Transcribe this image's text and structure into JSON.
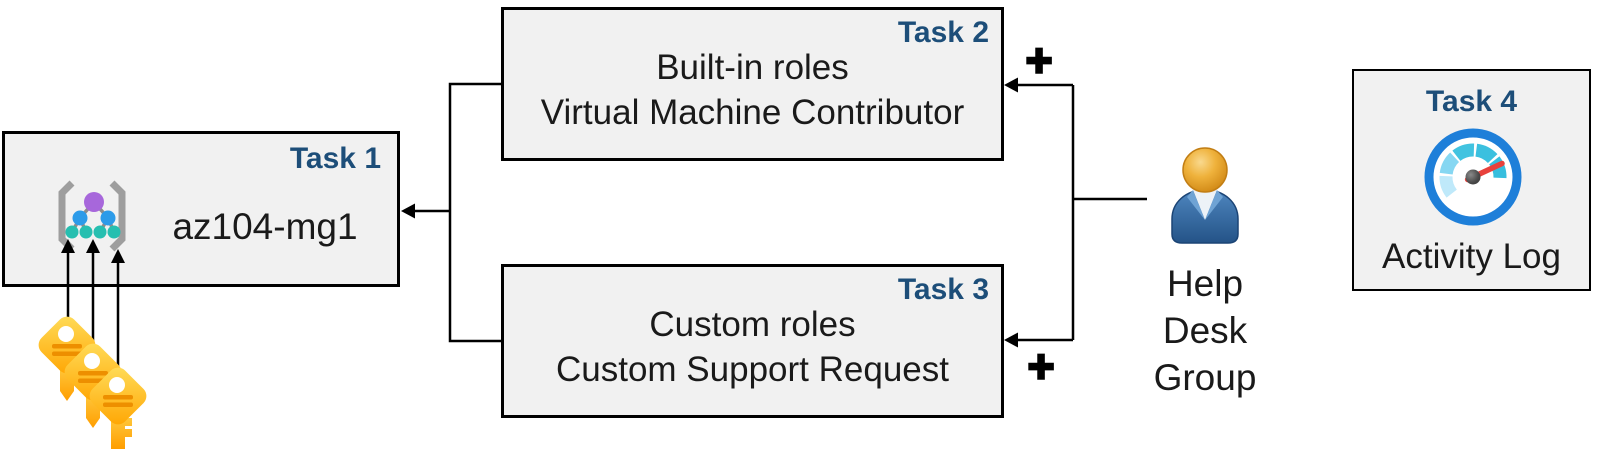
{
  "diagram": {
    "boxes": {
      "task1": {
        "label": "Task 1",
        "name": "az104-mg1"
      },
      "task2": {
        "label": "Task 2",
        "line1": "Built-in roles",
        "line2": "Virtual Machine Contributor"
      },
      "task3": {
        "label": "Task 3",
        "line1": "Custom roles",
        "line2": "Custom Support Request"
      },
      "task4": {
        "label": "Task 4",
        "caption": "Activity Log"
      }
    },
    "actor": {
      "line1": "Help Desk",
      "line2": "Group"
    },
    "plus": "+",
    "icons": {
      "task1": "management-group-icon",
      "task4": "activity-log-gauge-icon",
      "actor": "user-person-icon",
      "bottom_left": "access-keys-icon"
    },
    "colors": {
      "box_fill": "#F1F1F1",
      "box_border": "#000000",
      "task_label_blue": "#1D4E79",
      "body_text": "#1A1A1A",
      "connector_black": "#000000",
      "gauge_ring_blue": "#1E7FD9",
      "gauge_segment_teal": "#3BC0DF",
      "gauge_segment_light": "#BFE9FA",
      "needle_red": "#E8413C",
      "key_gold": "#FFC52B",
      "key_detail_orange": "#ED8F00",
      "person_head_orange": "#EFB23C",
      "person_body_blue": "#2F6CA8",
      "node_purple": "#A767DB",
      "node_blue": "#2C9BE9",
      "node_teal": "#26BFB0",
      "bracket_gray": "#9E9E9E"
    }
  }
}
